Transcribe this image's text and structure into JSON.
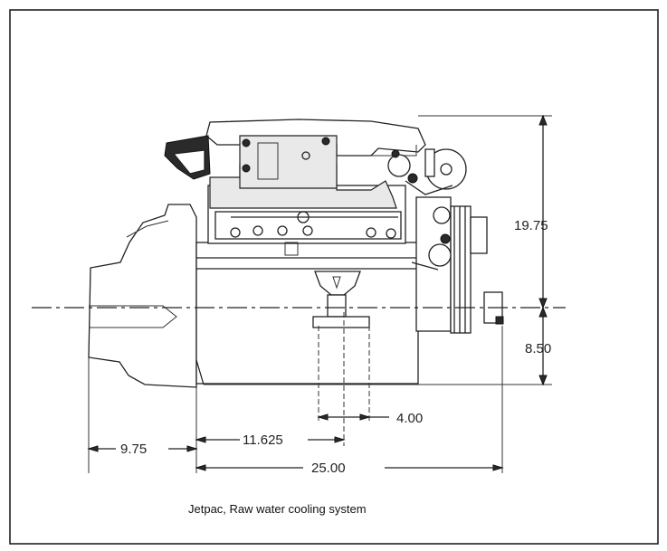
{
  "caption": "Jetpac, Raw water cooling system",
  "dimensions": {
    "height_upper": "19.75",
    "height_lower": "8.50",
    "width_small": "4.00",
    "offset_left": "9.75",
    "offset_mid": "11.625",
    "overall_width": "25.00"
  }
}
